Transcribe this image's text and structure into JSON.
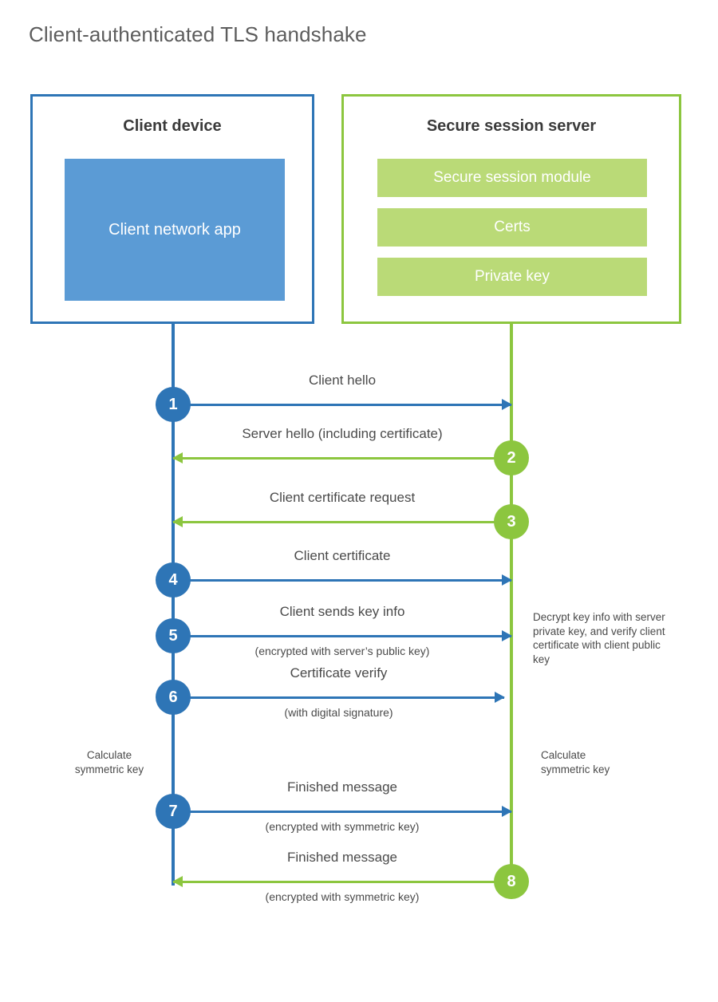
{
  "title": "Client-authenticated TLS handshake",
  "client": {
    "title": "Client device",
    "app_label": "Client network app"
  },
  "server": {
    "title": "Secure session server",
    "blocks": [
      {
        "label": "Secure session module"
      },
      {
        "label": "Certs"
      },
      {
        "label": "Private key"
      }
    ]
  },
  "steps": [
    {
      "number": "1",
      "label": "Client hello",
      "sublabel": "",
      "direction": "client-to-server",
      "color": "blue"
    },
    {
      "number": "2",
      "label": "Server hello (including certificate)",
      "sublabel": "",
      "direction": "server-to-client",
      "color": "green"
    },
    {
      "number": "3",
      "label": "Client certificate request",
      "sublabel": "",
      "direction": "server-to-client",
      "color": "green"
    },
    {
      "number": "4",
      "label": "Client certificate",
      "sublabel": "",
      "direction": "client-to-server",
      "color": "blue"
    },
    {
      "number": "5",
      "label": "Client sends key info",
      "sublabel": "(encrypted with server’s public key)",
      "direction": "client-to-server",
      "color": "blue"
    },
    {
      "number": "6",
      "label": "Certificate verify",
      "sublabel": "(with digital signature)",
      "direction": "client-to-server",
      "color": "blue"
    },
    {
      "number": "7",
      "label": "Finished message",
      "sublabel": "(encrypted with symmetric key)",
      "direction": "client-to-server",
      "color": "blue"
    },
    {
      "number": "8",
      "label": "Finished message",
      "sublabel": "(encrypted with symmetric key)",
      "direction": "server-to-client",
      "color": "green"
    }
  ],
  "notes": {
    "server_decrypt": "Decrypt key info with server private key, and verify client certificate with client public key",
    "client_calculate": "Calculate symmetric key",
    "server_calculate": "Calculate symmetric key"
  },
  "colors": {
    "client_accent": "#2e75b6",
    "server_accent": "#8cc63f",
    "client_app_fill": "#5b9bd5",
    "server_block_fill": "#bada77",
    "title_text": "#5d5d5d",
    "body_text": "#4a4a4a"
  }
}
